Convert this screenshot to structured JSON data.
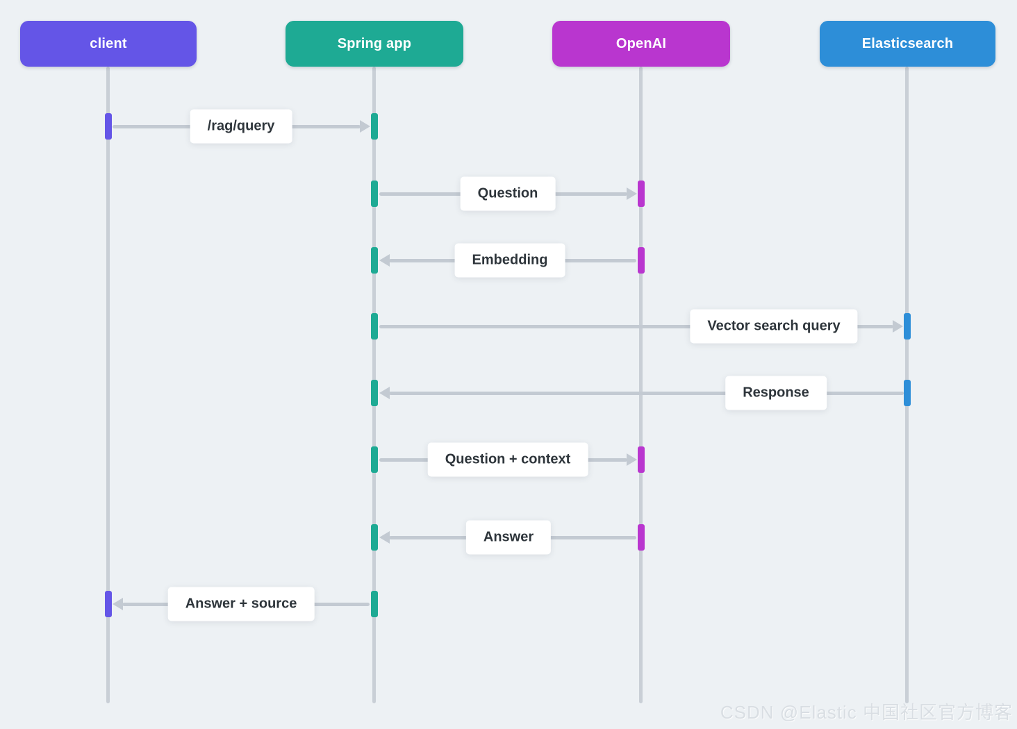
{
  "diagram": {
    "kind": "sequence-diagram",
    "background_color": "#edf1f4",
    "lifeline_color": "#c9cfd6",
    "arrow_color": "#c3cad2",
    "label_text_color": "#2e353b"
  },
  "actors": [
    {
      "id": "client",
      "label": "client",
      "color": "#6455e7"
    },
    {
      "id": "spring",
      "label": "Spring app",
      "color": "#1eaa94"
    },
    {
      "id": "openai",
      "label": "OpenAI",
      "color": "#b936cf"
    },
    {
      "id": "elasticsearch",
      "label": "Elasticsearch",
      "color": "#2d8ed8"
    }
  ],
  "messages": [
    {
      "from": "client",
      "to": "spring",
      "label": "/rag/query"
    },
    {
      "from": "spring",
      "to": "openai",
      "label": "Question"
    },
    {
      "from": "openai",
      "to": "spring",
      "label": "Embedding"
    },
    {
      "from": "spring",
      "to": "elasticsearch",
      "label": "Vector search query"
    },
    {
      "from": "elasticsearch",
      "to": "spring",
      "label": "Response"
    },
    {
      "from": "spring",
      "to": "openai",
      "label": "Question + context"
    },
    {
      "from": "openai",
      "to": "spring",
      "label": "Answer"
    },
    {
      "from": "spring",
      "to": "client",
      "label": "Answer + source"
    }
  ],
  "watermark": "CSDN @Elastic 中国社区官方博客"
}
